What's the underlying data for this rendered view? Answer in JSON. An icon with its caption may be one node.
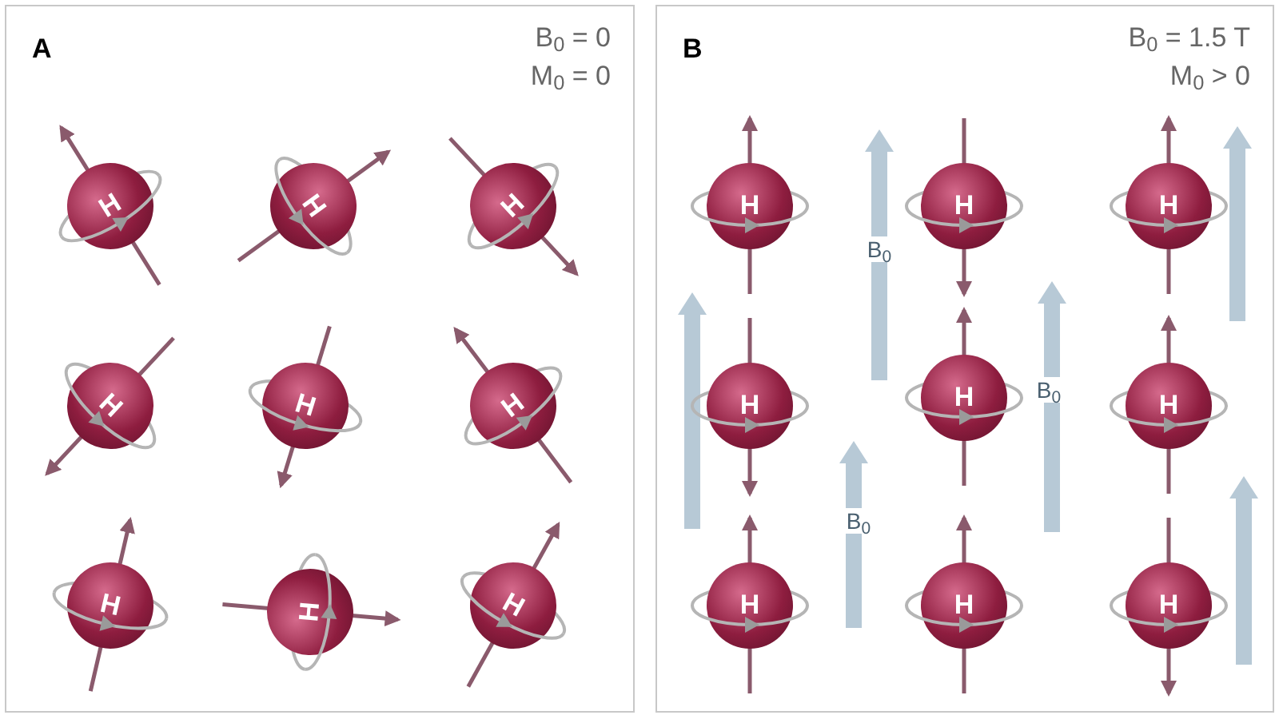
{
  "diagram": {
    "nodes": [
      {
        "text": [
          "A",
          "B$_{0}$ = 0",
          "M$_{0}$ = 0"
        ]
      },
      {
        "text": [
          "H"
        ],
        "in": 0
      },
      {
        "text": [
          "H"
        ],
        "in": 0
      },
      {
        "text": [
          "H"
        ],
        "in": 0
      },
      {
        "text": [
          "H"
        ],
        "in": 0
      },
      {
        "text": [
          "H"
        ],
        "in": 0
      },
      {
        "text": [
          "H"
        ],
        "in": 0
      },
      {
        "text": [
          "H"
        ],
        "in": 0
      },
      {
        "text": [
          "H"
        ],
        "in": 0
      },
      {
        "text": [
          "H"
        ],
        "in": 0
      },
      {
        "text": [
          "B",
          "B$_{0}$ = 1.5 T",
          "M$_{0}$ > 0"
        ]
      },
      {
        "text": [
          "H"
        ],
        "in": 10
      },
      {
        "text": [
          "H"
        ],
        "in": 10
      },
      {
        "text": [
          "H"
        ],
        "in": 10
      },
      {
        "text": [
          "H"
        ],
        "in": 10
      },
      {
        "text": [
          "H"
        ],
        "in": 10
      },
      {
        "text": [
          "H"
        ],
        "in": 10
      },
      {
        "text": [
          "H"
        ],
        "in": 10
      },
      {
        "text": [
          "H"
        ],
        "in": 10
      },
      {
        "text": [
          "H"
        ],
        "in": 10
      }
    ],
    "labels": [
      "B$_{0}$",
      "B$_{0}$",
      "B$_{0}$"
    ]
  }
}
